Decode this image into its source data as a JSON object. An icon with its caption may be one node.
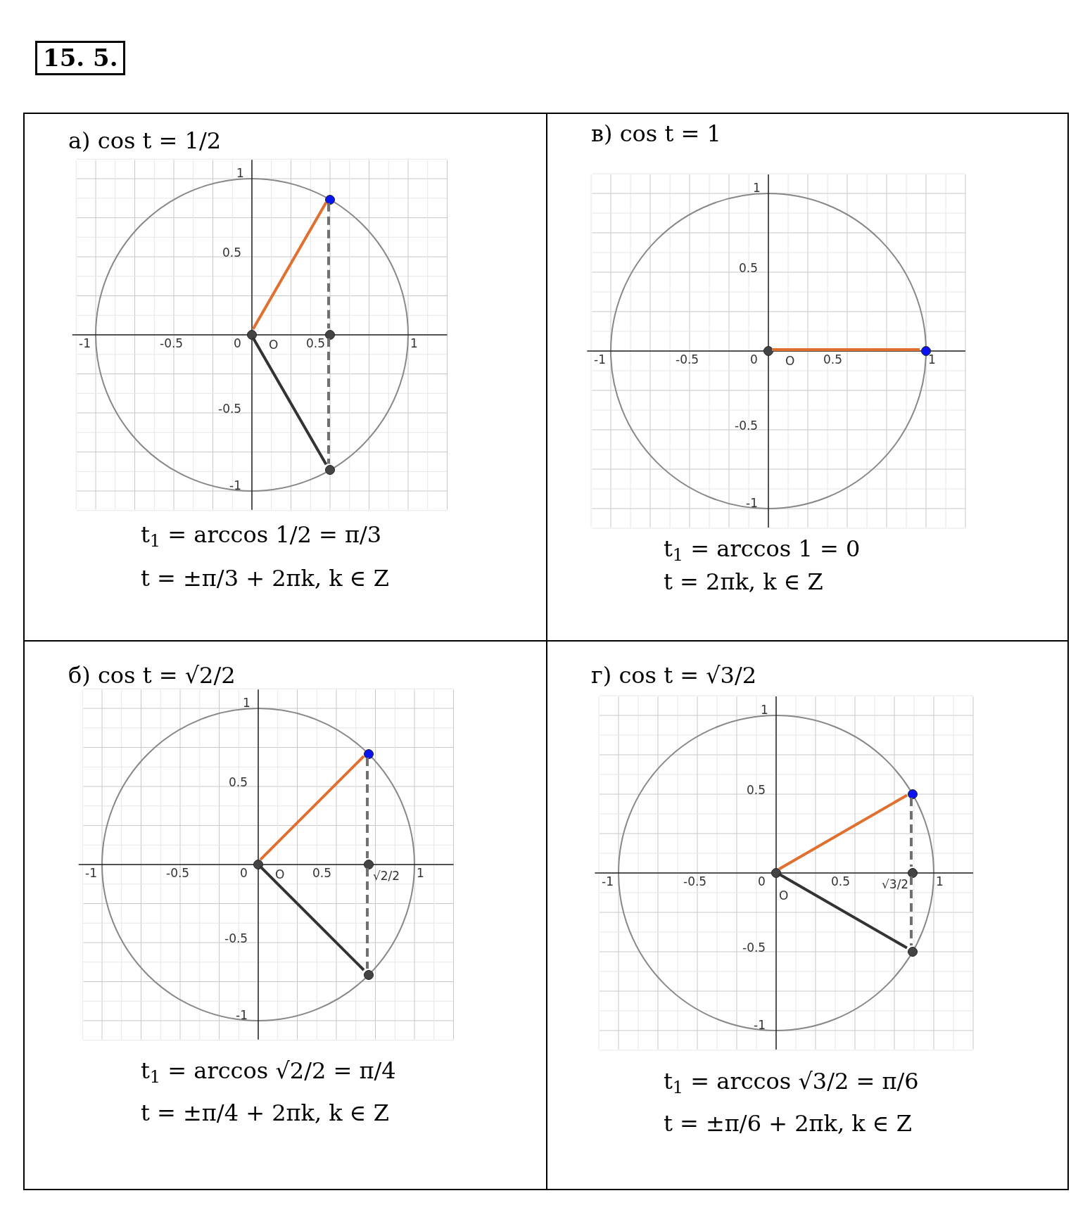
{
  "diagram": {
    "title": "15. 5.",
    "nodes": [
      {
        "text": [
          "а) cos t = 1/2",
          "t$_{1}$ = arccos 1/2 = π/3",
          "t = ±π/3 + 2πk, k ∈ Z"
        ]
      },
      {
        "text": [],
        "shape": "circle",
        "in": 0,
        "beside": [
          "O"
        ]
      },
      {
        "text": [],
        "shape": "circle",
        "in": 0
      },
      {
        "text": [],
        "shape": "circle",
        "in": 0
      },
      {
        "text": [],
        "shape": "circle",
        "in": 0
      },
      {
        "text": [
          "в) cos t = 1",
          "t$_{1}$ = arccos 1 = 0",
          "t = 2πk, k ∈ Z"
        ]
      },
      {
        "text": [],
        "shape": "circle",
        "in": 5,
        "beside": [
          "O"
        ]
      },
      {
        "text": [],
        "shape": "circle",
        "in": 5
      },
      {
        "text": [
          "б) cos t = √2/2",
          "t$_{1}$ = arccos √2/2 = π/4",
          "t = ±π/4 + 2πk, k ∈ Z"
        ]
      },
      {
        "text": [],
        "shape": "circle",
        "in": 8,
        "beside": [
          "O"
        ]
      },
      {
        "text": [],
        "shape": "circle",
        "in": 8
      },
      {
        "text": [],
        "shape": "circle",
        "in": 8
      },
      {
        "text": [],
        "shape": "circle",
        "in": 8
      },
      {
        "text": [
          "г) cos t = √3/2",
          "t$_{1}$ = arccos √3/2 = π/6",
          "t = ±π/6 + 2πk, k ∈ Z"
        ]
      },
      {
        "text": [],
        "shape": "circle",
        "in": 13,
        "beside": [
          "O"
        ]
      },
      {
        "text": [],
        "shape": "circle",
        "in": 13
      },
      {
        "text": [],
        "shape": "circle",
        "in": 13
      },
      {
        "text": [],
        "shape": "circle",
        "in": 13
      }
    ],
    "edges": [
      {
        "from": 1,
        "to": 2,
        "arrow": "none",
        "color": "#e07030"
      },
      {
        "from": 1,
        "to": 4,
        "arrow": "none",
        "color": "#333333"
      },
      {
        "from": 2,
        "to": 3,
        "arrow": "none",
        "style": "dashed"
      },
      {
        "from": 3,
        "to": 4,
        "arrow": "none",
        "style": "dashed"
      },
      {
        "from": 6,
        "to": 7,
        "arrow": "none",
        "color": "#e07030"
      },
      {
        "from": 9,
        "to": 10,
        "arrow": "none",
        "color": "#e07030"
      },
      {
        "from": 9,
        "to": 12,
        "arrow": "none",
        "color": "#333333"
      },
      {
        "from": 10,
        "to": 11,
        "arrow": "none",
        "style": "dashed"
      },
      {
        "from": 11,
        "to": 12,
        "arrow": "none",
        "style": "dashed"
      },
      {
        "from": 14,
        "to": 15,
        "arrow": "none",
        "color": "#e07030"
      },
      {
        "from": 14,
        "to": 17,
        "arrow": "none",
        "color": "#333333"
      },
      {
        "from": 15,
        "to": 16,
        "arrow": "none",
        "style": "dashed"
      },
      {
        "from": 16,
        "to": 17,
        "arrow": "none",
        "style": "dashed"
      }
    ],
    "labels": [
      "1",
      "0.5",
      "-1",
      "-0.5",
      "0",
      "0.5",
      "1",
      "-0.5",
      "-1",
      "1",
      "0.5",
      "-1",
      "-0.5",
      "0",
      "0.5",
      "1",
      "-0.5",
      "-1",
      "1",
      "0.5",
      "-1",
      "-0.5",
      "0",
      "0.5",
      "√2/2",
      "1",
      "-0.5",
      "-1",
      "1",
      "0.5",
      "-1",
      "-0.5",
      "0",
      "0.5",
      "√3/2",
      "1",
      "-0.5",
      "-1"
    ]
  }
}
